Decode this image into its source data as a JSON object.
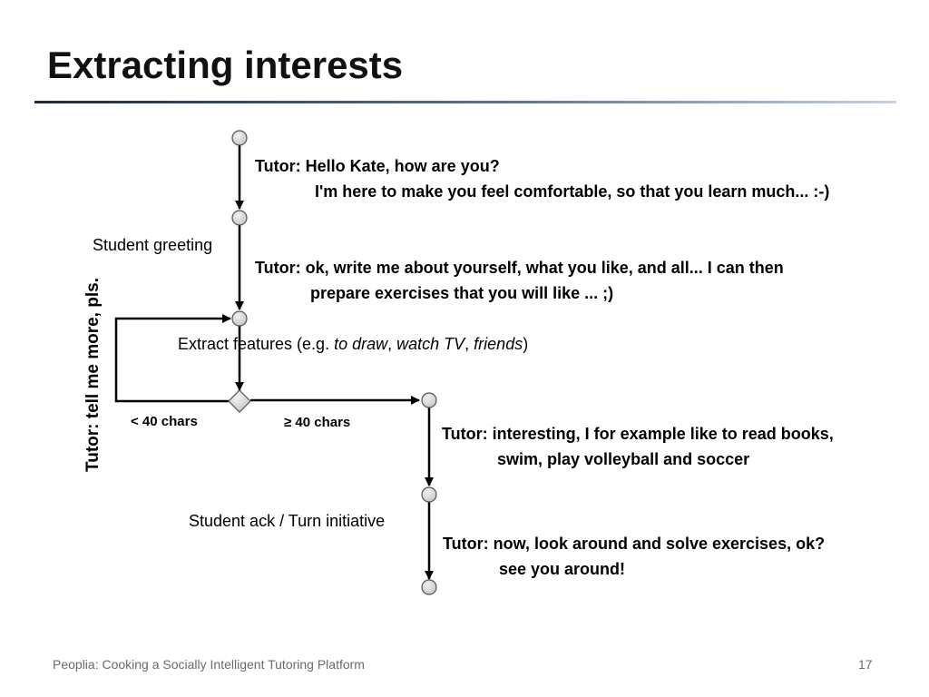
{
  "slide": {
    "title": "Extracting interests",
    "footer": "Peoplia: Cooking a Socially Intelligent Tutoring Platform",
    "page_number": "17"
  },
  "diagram": {
    "tutor_1": {
      "line1": "Tutor: Hello Kate, how are you?",
      "line2": "I'm here to make you feel comfortable, so that you learn much... :-)"
    },
    "student_greeting": "Student greeting",
    "tutor_2": {
      "line1": "Tutor: ok, write me about yourself, what you like, and all... I can then",
      "line2": "prepare exercises that you will like ... ;)"
    },
    "extract": {
      "prefix": "Extract  features (e.g. ",
      "item1": "to draw",
      "sep1": ", ",
      "item2": "watch TV",
      "sep2": ", ",
      "item3": "friends",
      "suffix": ")"
    },
    "loop_label": "Tutor: tell me more, pls.",
    "branch_less": "< 40 chars",
    "branch_more": "≥ 40 chars",
    "tutor_3": {
      "line1": "Tutor: interesting, I for example like to read books,",
      "line2": "swim, play volleyball and soccer"
    },
    "student_ack": "Student ack / Turn initiative",
    "tutor_4": {
      "line1": "Tutor: now, look around and solve exercises, ok?",
      "line2": "see you around!"
    }
  }
}
